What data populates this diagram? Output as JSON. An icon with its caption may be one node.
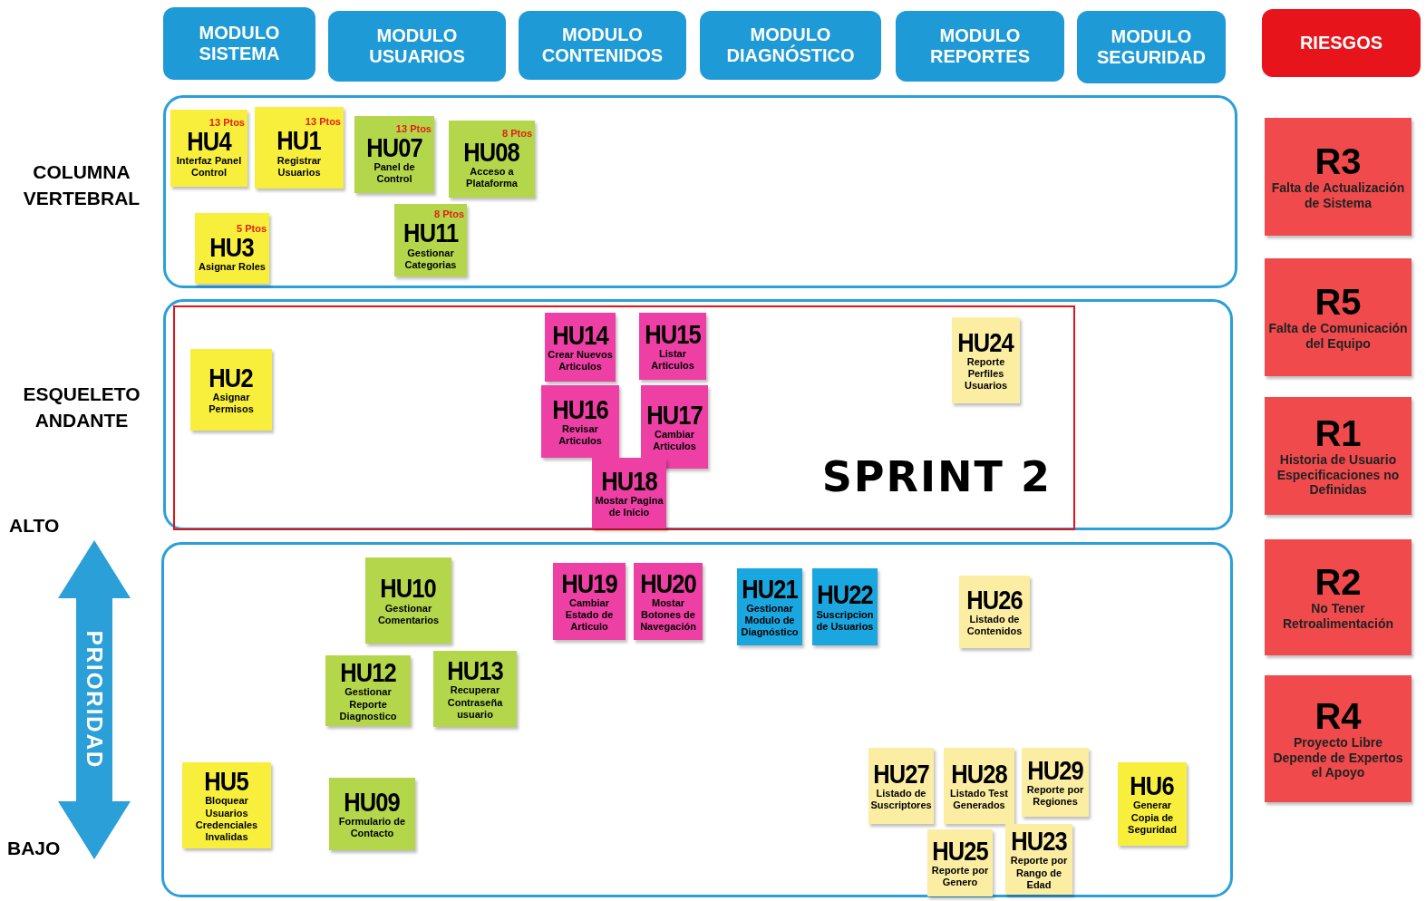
{
  "diagram": {
    "nodes": [
      {
        "text": [
          "MODULO SISTEMA"
        ]
      },
      {
        "text": [
          "MODULO USUARIOS"
        ]
      },
      {
        "text": [
          "MODULO CONTENIDOS"
        ]
      },
      {
        "text": [
          "MODULO DIAGNÓSTICO"
        ]
      },
      {
        "text": [
          "MODULO REPORTES"
        ]
      },
      {
        "text": [
          "MODULO SEGURIDAD"
        ]
      },
      {
        "text": [
          "RIESGOS"
        ]
      },
      {
        "text": [],
        "shape": "box"
      },
      {
        "text": [
          "13 Ptos",
          "HU4",
          "Interfaz Panel Control"
        ],
        "in": 7
      },
      {
        "text": [
          "13 Ptos",
          "HU1",
          "Registrar Usuarios"
        ],
        "in": 7
      },
      {
        "text": [
          "13 Ptos",
          "HU07",
          "Panel de Control"
        ],
        "in": 7
      },
      {
        "text": [
          "8 Ptos",
          "HU08",
          "Acceso a Plataforma"
        ],
        "in": 7
      },
      {
        "text": [
          "5 Ptos",
          "HU3",
          "Asignar Roles"
        ],
        "in": 7
      },
      {
        "text": [
          "8 Ptos",
          "HU11",
          "Gestionar Categorias"
        ],
        "in": 7
      },
      {
        "text": [],
        "shape": "box"
      },
      {
        "text": [
          "SPRINT 2"
        ],
        "in": 14
      },
      {
        "text": [
          "HU2",
          "Asignar Permisos"
        ],
        "in": 15
      },
      {
        "text": [
          "HU14",
          "Crear Nuevos Articulos"
        ],
        "in": 15
      },
      {
        "text": [
          "HU15",
          "Listar Articulos"
        ],
        "in": 15
      },
      {
        "text": [
          "HU24",
          "Reporte Perfiles Usuarios"
        ],
        "in": 15
      },
      {
        "text": [
          "HU16",
          "Revisar Articulos"
        ],
        "in": 15
      },
      {
        "text": [
          "HU17",
          "Cambiar Articulos"
        ],
        "in": 15
      },
      {
        "text": [
          "HU18",
          "Mostar Pagina de Inicio"
        ],
        "in": 15
      },
      {
        "text": [],
        "shape": "box"
      },
      {
        "text": [
          "HU10",
          "Gestionar Comentarios"
        ],
        "in": 23
      },
      {
        "text": [
          "HU19",
          "Cambiar Estado de Articulo"
        ],
        "in": 23
      },
      {
        "text": [
          "HU20",
          "Mostar Botones de Navegación"
        ],
        "in": 23
      },
      {
        "text": [
          "HU21",
          "Gestionar Modulo de Diagnóstico"
        ],
        "in": 23
      },
      {
        "text": [
          "HU22",
          "Suscripcion de Usuarios"
        ],
        "in": 23
      },
      {
        "text": [
          "HU26",
          "Listado de Contenidos"
        ],
        "in": 23
      },
      {
        "text": [
          "HU12",
          "Gestionar Reporte Diagnostico"
        ],
        "in": 23
      },
      {
        "text": [
          "HU13",
          "Recuperar Contraseña usuario"
        ],
        "in": 23
      },
      {
        "text": [
          "HU5",
          "Bloquear Usuarios Credenciales Invalidas"
        ],
        "in": 23
      },
      {
        "text": [
          "HU09",
          "Formulario de Contacto"
        ],
        "in": 23
      },
      {
        "text": [
          "HU27",
          "Listado de Suscriptores"
        ],
        "in": 23
      },
      {
        "text": [
          "HU28",
          "Listado Test Generados"
        ],
        "in": 23
      },
      {
        "text": [
          "HU29",
          "Reporte por Regiones"
        ],
        "in": 23
      },
      {
        "text": [
          "HU6",
          "Generar Copia de Seguridad"
        ],
        "in": 23
      },
      {
        "text": [
          "HU25",
          "Reporte por Genero"
        ],
        "in": 23
      },
      {
        "text": [
          "HU23",
          "Reporte por Rango de Edad"
        ],
        "in": 23
      },
      {
        "text": [
          "R3",
          "Falta de Actualización de Sistema"
        ]
      },
      {
        "text": [
          "R5",
          "Falta de Comunicación del Equipo"
        ]
      },
      {
        "text": [
          "R1",
          "Historia de Usuario Especificaciones no Definidas"
        ]
      },
      {
        "text": [
          "R2",
          "No Tener Retroalimentación"
        ]
      },
      {
        "text": [
          "R4",
          "Proyecto Libre Depende de Expertos el Apoyo"
        ]
      }
    ],
    "labels": [
      "COLUMNA VERTEBRAL",
      "ESQUELETO ANDANTE",
      "ALTO",
      "PRIORIDAD",
      "BAJO"
    ]
  }
}
